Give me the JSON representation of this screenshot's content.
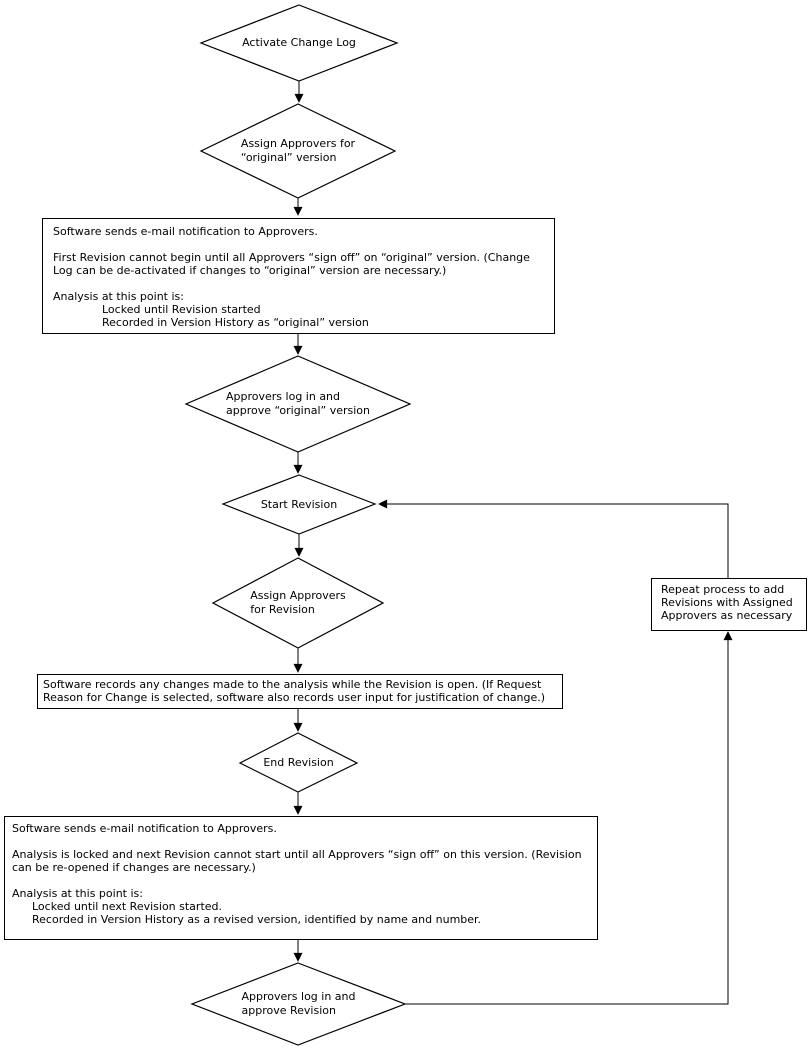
{
  "colors": {
    "stroke": "#000000",
    "fill": "#ffffff",
    "text": "#000000"
  },
  "nodes": {
    "activate_change_log": {
      "type": "decision",
      "label": "Activate Change Log"
    },
    "assign_approvers_original": {
      "type": "decision",
      "line1": "Assign Approvers for",
      "line2": "“original” version"
    },
    "email_notification_original": {
      "type": "process",
      "p1": "Software sends e-mail notification to Approvers.",
      "p2": "First Revision cannot begin until all Approvers “sign off” on “original” version. (Change Log can be de-activated if changes to “original” version are necessary.)",
      "p3": "Analysis at this point is:",
      "p3_item1": "Locked until Revision started",
      "p3_item2": "Recorded in Version History as “original” version"
    },
    "approvers_login_original": {
      "type": "decision",
      "line1": "Approvers log in and",
      "line2": "approve “original” version"
    },
    "start_revision": {
      "type": "decision",
      "label": "Start Revision"
    },
    "assign_approvers_revision": {
      "type": "decision",
      "line1": "Assign Approvers",
      "line2": "for Revision"
    },
    "software_records_changes": {
      "type": "process",
      "p1": "Software records any changes made to the analysis while the Revision is open. (If Request Reason for Change is selected, software also records user input for justification of change.)"
    },
    "end_revision": {
      "type": "decision",
      "label": "End Revision"
    },
    "email_notification_revision": {
      "type": "process",
      "p1": "Software sends e-mail notification to Approvers.",
      "p2": "Analysis is locked and next Revision cannot start until all Approvers “sign off” on this version. (Revision can be re-opened if changes are necessary.)",
      "p3": "Analysis at this point is:",
      "p3_item1": "Locked until next Revision started.",
      "p3_item2": "Recorded in Version History as a revised version, identified by name and number."
    },
    "approvers_login_revision": {
      "type": "decision",
      "line1": "Approvers log in and",
      "line2": "approve Revision"
    },
    "repeat_process": {
      "type": "process",
      "line1": "Repeat process to add",
      "line2": "Revisions with Assigned",
      "line3": "Approvers as necessary"
    }
  },
  "edges": [
    {
      "from": "activate_change_log",
      "to": "assign_approvers_original"
    },
    {
      "from": "assign_approvers_original",
      "to": "email_notification_original"
    },
    {
      "from": "email_notification_original",
      "to": "approvers_login_original"
    },
    {
      "from": "approvers_login_original",
      "to": "start_revision"
    },
    {
      "from": "start_revision",
      "to": "assign_approvers_revision"
    },
    {
      "from": "assign_approvers_revision",
      "to": "software_records_changes"
    },
    {
      "from": "software_records_changes",
      "to": "end_revision"
    },
    {
      "from": "end_revision",
      "to": "email_notification_revision"
    },
    {
      "from": "email_notification_revision",
      "to": "approvers_login_revision"
    },
    {
      "from": "approvers_login_revision",
      "to": "repeat_process"
    },
    {
      "from": "repeat_process",
      "to": "start_revision"
    }
  ]
}
